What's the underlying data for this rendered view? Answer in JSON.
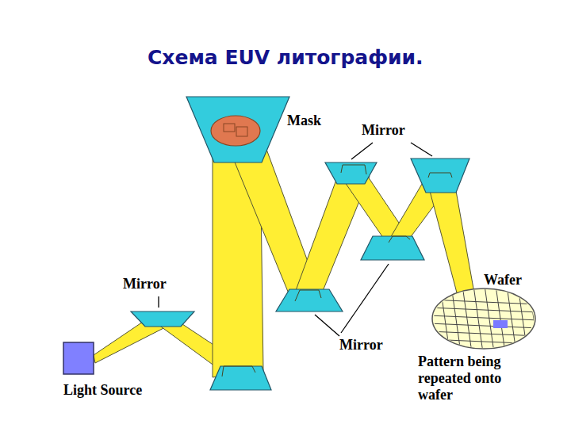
{
  "diagram": {
    "title": "Схема EUV литографии.",
    "labels": [
      "Mask",
      "Mirror",
      "Mirror",
      "Wafer",
      "Mirror",
      "Light Source",
      "Pattern being repeated onto wafer"
    ]
  }
}
